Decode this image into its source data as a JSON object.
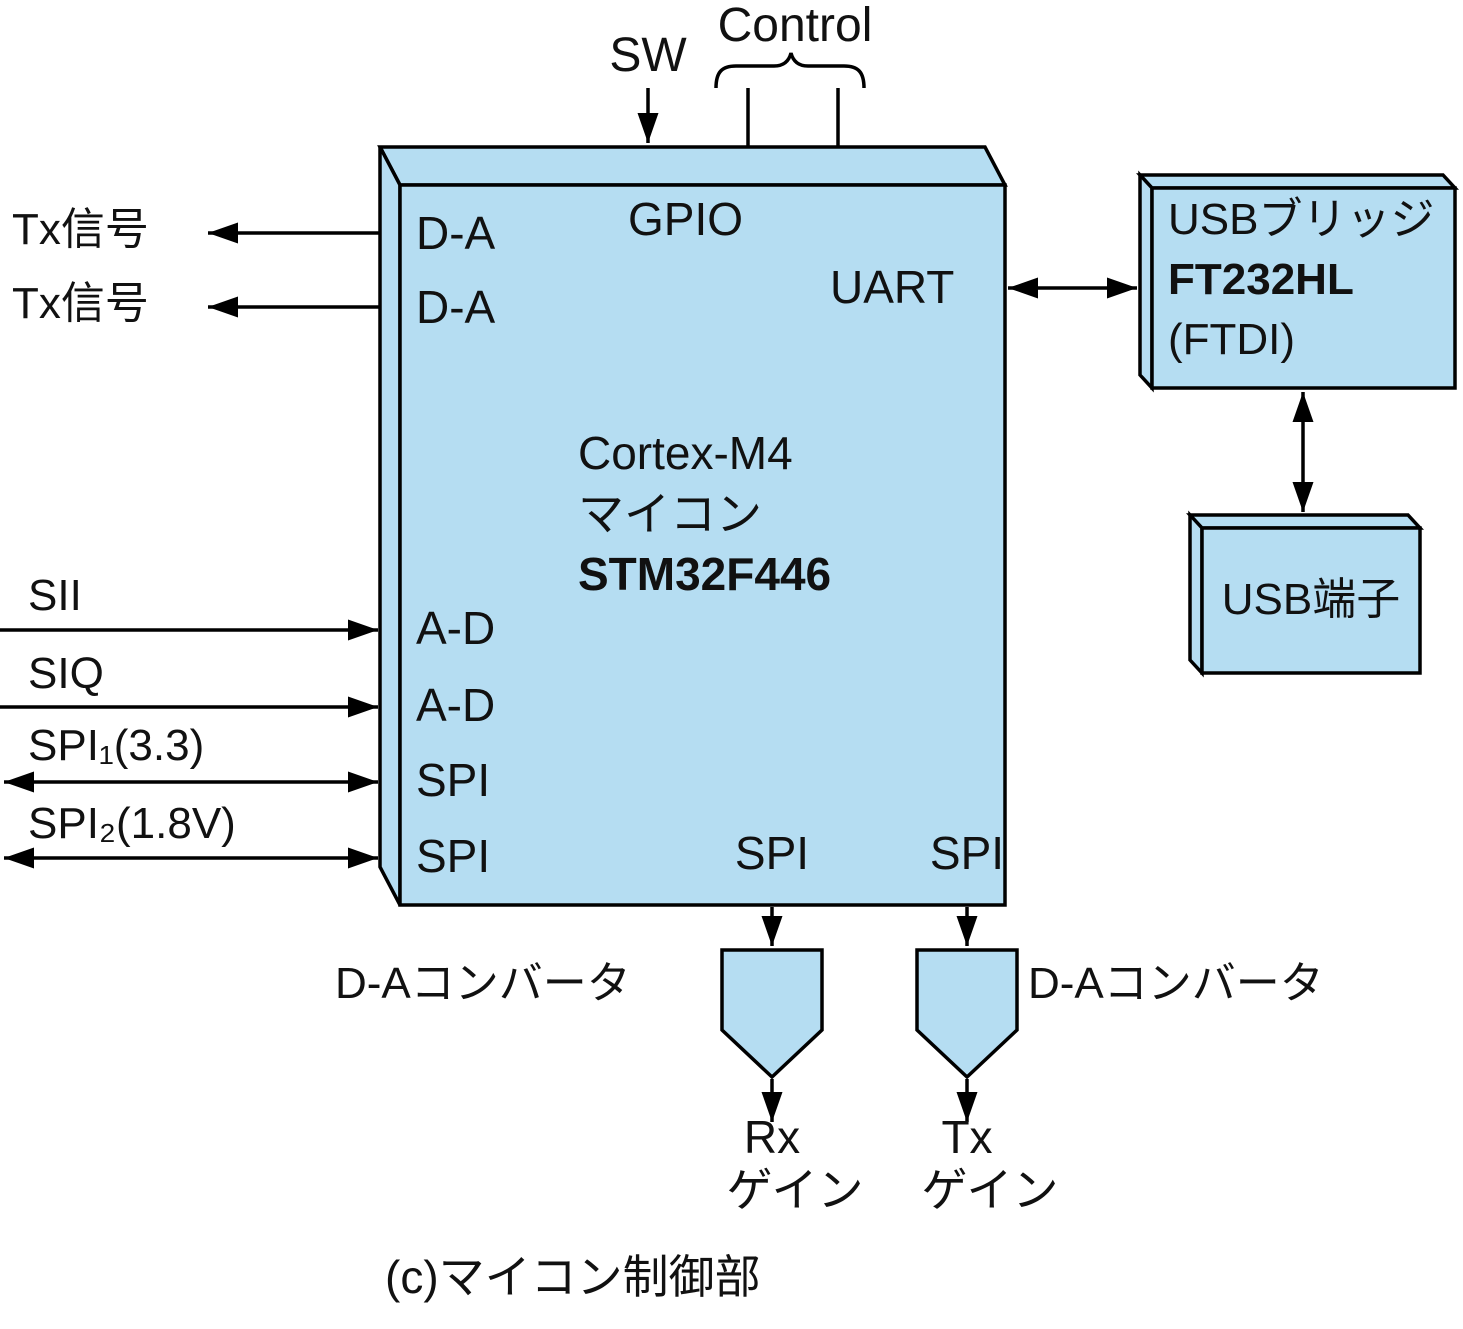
{
  "diagram": {
    "caption": "(c)マイコン制御部",
    "colors": {
      "box_fill": "#b5ddf2",
      "line": "#000000",
      "text": "#111111"
    },
    "top_inputs": {
      "sw": "SW",
      "control": "Control"
    },
    "left_signals": {
      "tx_out_1": "Tx信号",
      "tx_out_2": "Tx信号",
      "si_i": "SII",
      "si_q": "SIQ",
      "spi_1": "SPI₁(3.3)",
      "spi_2": "SPI₂(1.8V)"
    },
    "mcu": {
      "port_gpio": "GPIO",
      "port_uart": "UART",
      "port_da_1": "D-A",
      "port_da_2": "D-A",
      "port_ad_1": "A-D",
      "port_ad_2": "A-D",
      "port_spi_left_1": "SPI",
      "port_spi_left_2": "SPI",
      "port_spi_bottom_1": "SPI",
      "port_spi_bottom_2": "SPI",
      "name_line_1": "Cortex-M4",
      "name_line_2": "マイコン",
      "name_line_3": "STM32F446"
    },
    "usb_bridge": {
      "line_1": "USBブリッジ",
      "line_2": "FT232HL",
      "line_3": "(FTDI)"
    },
    "usb_connector": {
      "label": "USB端子"
    },
    "dac": {
      "left_label": "D-Aコンバータ",
      "right_label": "D-Aコンバータ"
    },
    "outputs": {
      "rx_label": "Rx",
      "rx_sub": "ゲイン",
      "tx_label": "Tx",
      "tx_sub": "ゲイン"
    }
  }
}
